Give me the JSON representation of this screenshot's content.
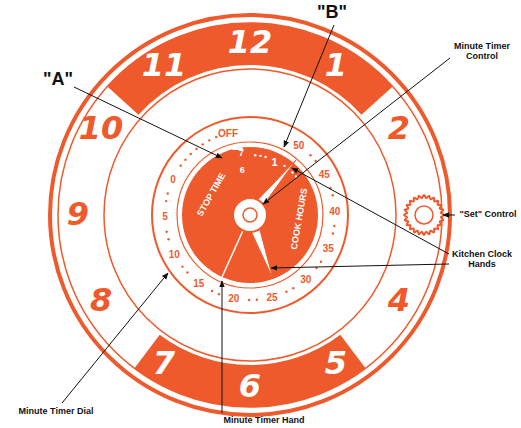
{
  "diagram": {
    "labels": [
      "\"B\"",
      "\"A\"",
      "Minute Timer Control",
      "\"Set\" Control",
      "Kitchen Clock Hands",
      "Minute Timer Dial",
      "Minute Timer Hand",
      "12",
      "1",
      "2",
      "4",
      "5",
      "6",
      "7",
      "8",
      "9",
      "10",
      "11",
      "OFF",
      "50",
      "45",
      "40",
      "35",
      "30",
      "25",
      "20",
      "15",
      "10",
      "5",
      "0",
      "1",
      "STOP TIME",
      "COOK HOURS",
      "7",
      "6"
    ]
  }
}
